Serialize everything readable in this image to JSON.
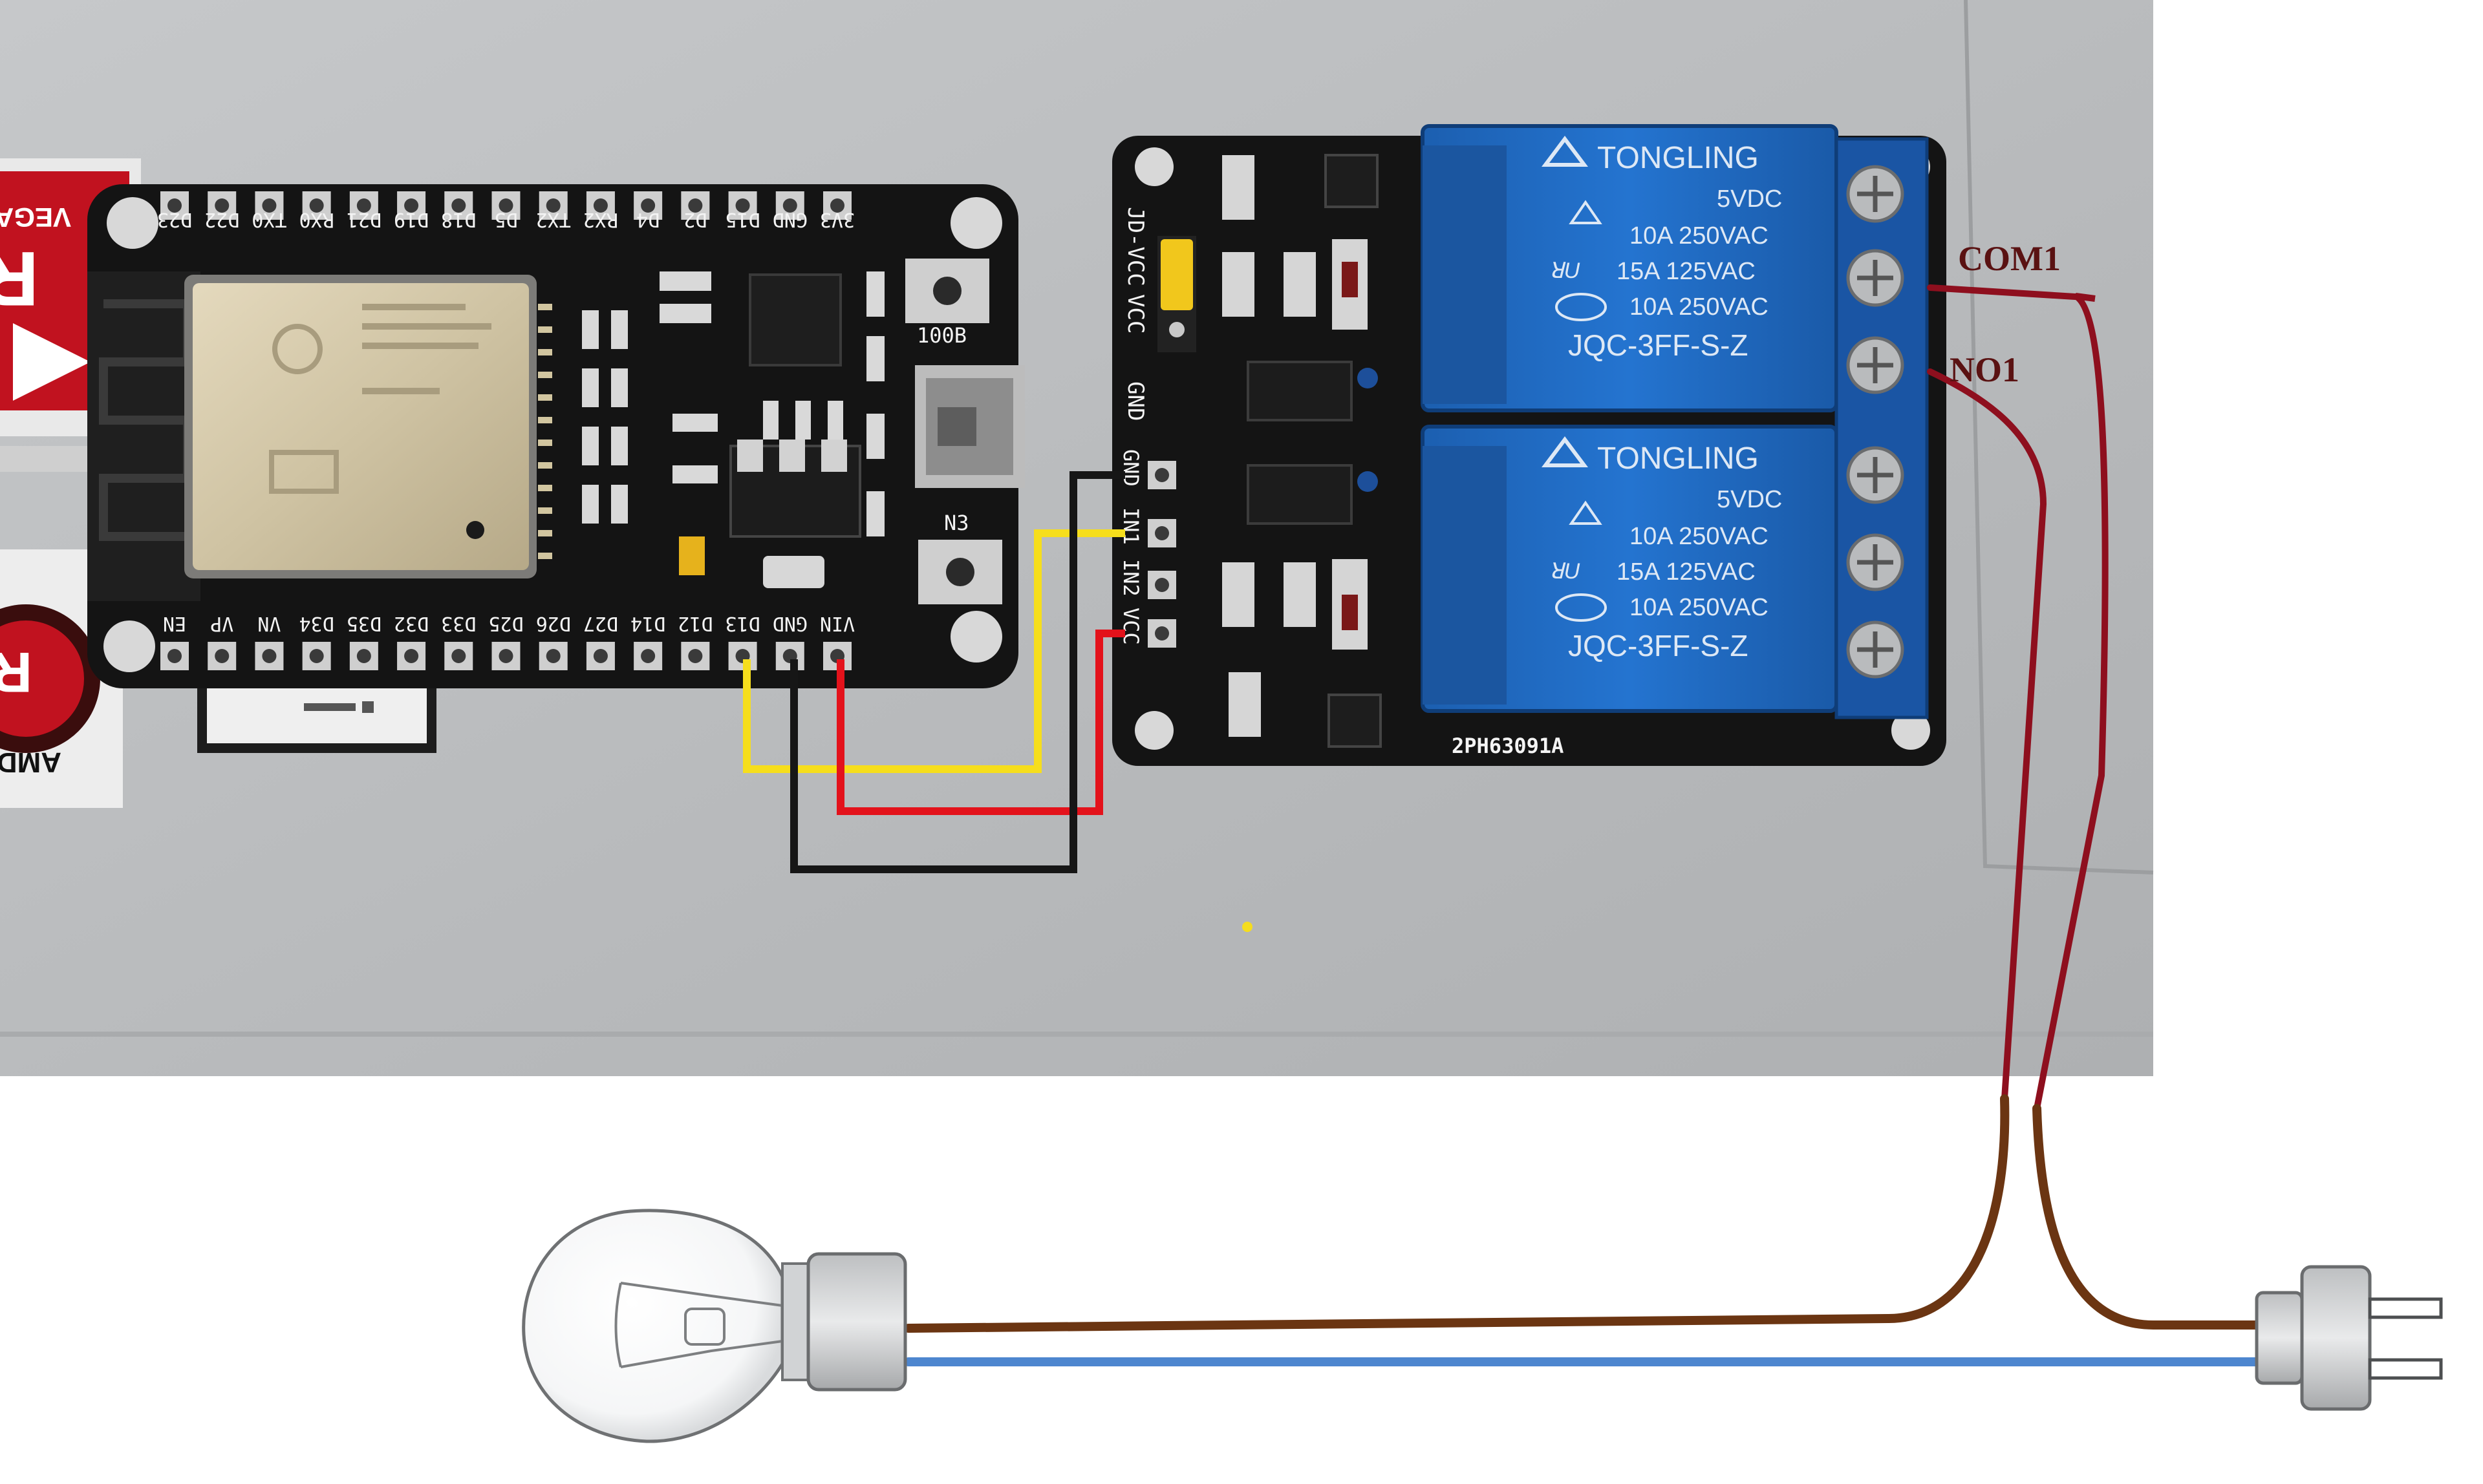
{
  "esp32": {
    "top_pins": [
      "D23",
      "D22",
      "TX0",
      "RX0",
      "D21",
      "D19",
      "D18",
      "D5",
      "TX2",
      "RX2",
      "D4",
      "D2",
      "D15",
      "GND",
      "3V3"
    ],
    "bottom_pins": [
      "EN",
      "VP",
      "VN",
      "D34",
      "D35",
      "D32",
      "D33",
      "D25",
      "D26",
      "D27",
      "D14",
      "D12",
      "D13",
      "GND",
      "VIN"
    ],
    "button_boot": "100B",
    "button_en": "N3"
  },
  "relay_module": {
    "header_pins": [
      "JD-VCC",
      "VCC",
      "GND"
    ],
    "input_pins": [
      "GND",
      "IN1",
      "IN2",
      "VCC"
    ],
    "board_code": "2PH63091A",
    "relays": [
      {
        "brand": "TONGLING",
        "lines": [
          "5VDC",
          "10A 250VAC",
          "15A 125VAC",
          "10A 250VAC"
        ],
        "model": "JQC-3FF-S-Z"
      },
      {
        "brand": "TONGLING",
        "lines": [
          "5VDC",
          "10A 250VAC",
          "15A 125VAC",
          "10A 250VAC"
        ],
        "model": "JQC-3FF-S-Z"
      }
    ]
  },
  "labels": {
    "com": "COM1",
    "no": "NO1"
  },
  "sticker_text": {
    "top": "RA",
    "vega": "VEGA",
    "ryzen": "RY",
    "amd": "AMD"
  },
  "colors": {
    "laptop": "#b9bbbd",
    "pcb": "#141414",
    "relay_blue": "#1f6cc4",
    "wire_yellow": "#f6de1c",
    "wire_red": "#e3121b",
    "wire_black": "#161616",
    "mains_red": "#8e0f1e",
    "live_brown": "#6b3512",
    "neutral_blue": "#4d86cf"
  }
}
